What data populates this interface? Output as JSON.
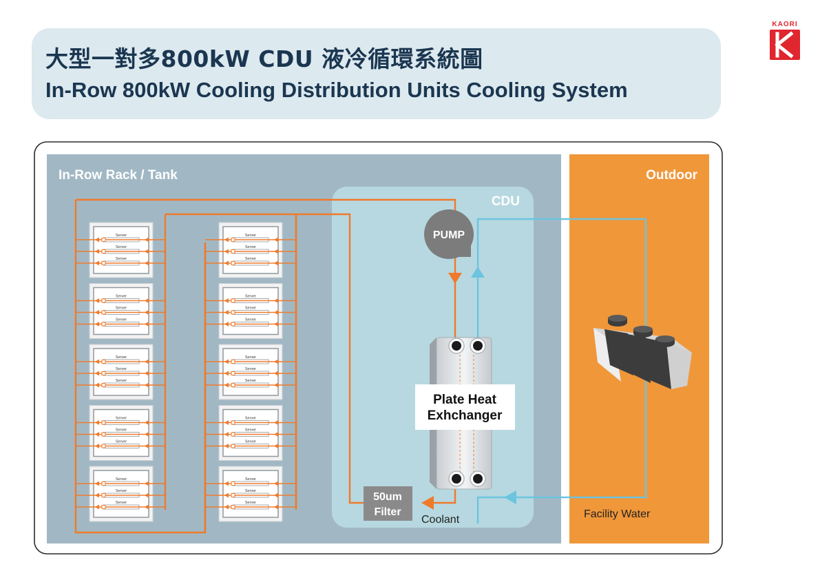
{
  "header": {
    "title_zh": "大型一對多800kW CDU 液冷循環系統圖",
    "title_en": "In-Row 800kW Cooling Distribution Units Cooling System"
  },
  "logo": {
    "text": "KAORI",
    "icon": "kaori-k-logo-icon",
    "color": "#e0262e"
  },
  "zones": {
    "rack": {
      "label": "In-Row Rack / Tank",
      "color": "#a1b8c4"
    },
    "cdu": {
      "label": "CDU",
      "color": "#b7d8e0"
    },
    "outdoor": {
      "label": "Outdoor",
      "color": "#f0973a"
    }
  },
  "components": {
    "pump": "PUMP",
    "heat_exchanger_line1": "Plate Heat",
    "heat_exchanger_line2": "Exhchanger",
    "filter_line1": "50um",
    "filter_line2": "Filter",
    "dry_cooler_icon": "dry-cooler-icon"
  },
  "flows": {
    "coolant": {
      "label": "Coolant",
      "color": "#ef7a2b"
    },
    "facility_water": {
      "label": "Facility Water",
      "color": "#6cc4df"
    }
  },
  "server_label": "Server",
  "rack_grid": {
    "columns": 2,
    "racks_per_column": 5,
    "servers_per_rack": 3
  }
}
